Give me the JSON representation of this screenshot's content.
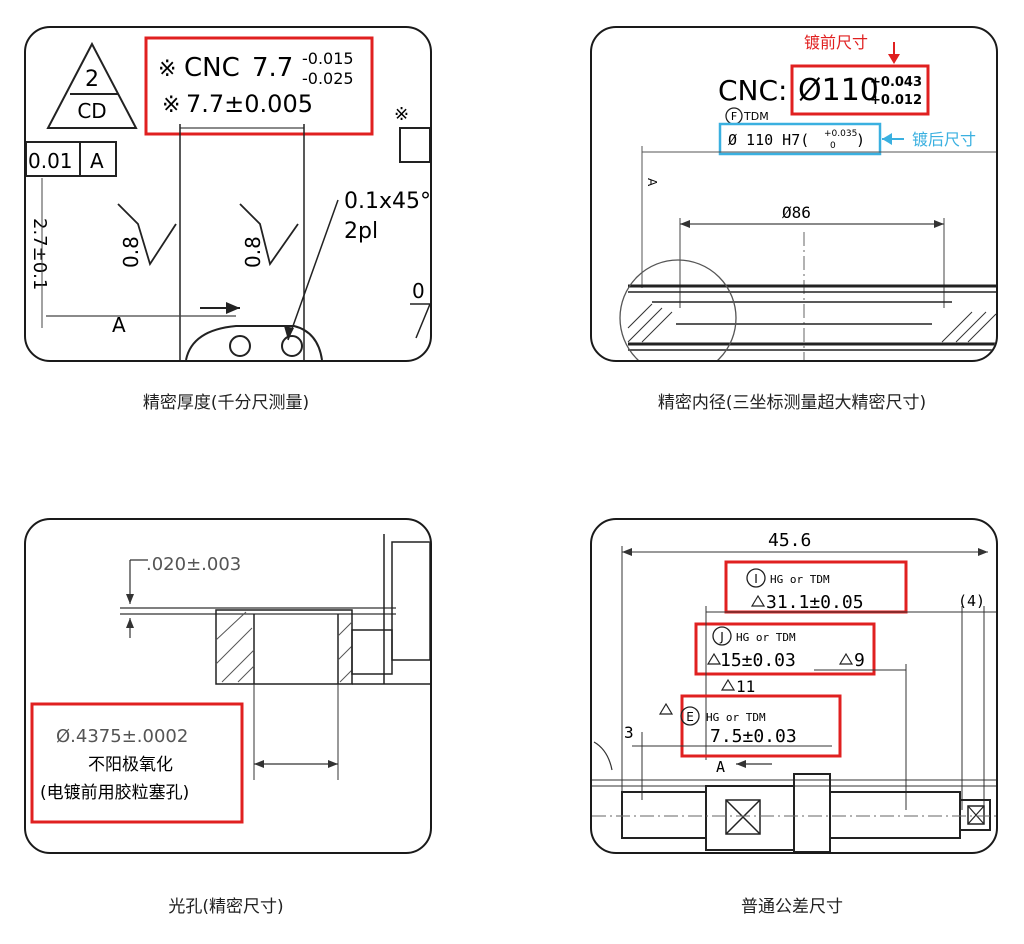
{
  "captions": {
    "p1": "精密厚度(千分尺测量)",
    "p2": "精密内径(三坐标测量超大精密尺寸)",
    "p3": "光孔(精密尺寸)",
    "p4": "普通公差尺寸"
  },
  "p1": {
    "tri_num": "2",
    "tri_code": "CD",
    "star": "※",
    "cnc_prefix": "CNC",
    "cnc_value": "7.7",
    "tol_upper": "-0.015",
    "tol_lower": "-0.025",
    "dim2": "7.7±0.005",
    "frame_tol": "0.01",
    "frame_datum": "A",
    "rough1": "0.8",
    "rough2": "0.8",
    "chamfer": "0.1x45°",
    "chamfer_count": "2pl",
    "datum_a": "A",
    "side_text": "2.7±0.1",
    "right_zero": "0"
  },
  "p2": {
    "label_before": "镀前尺寸",
    "cnc": "CNC:",
    "dia_value": "Ø110",
    "tol_upper": "+0.043",
    "tol_lower": "+0.012",
    "tdm_circle": "F",
    "tdm_text": "TDM",
    "after_main": "Ø 110 H7(",
    "after_tol_up": "+0.035",
    "after_tol_low": "0",
    "after_close": ")",
    "label_after": "镀后尺寸",
    "dia86": "Ø86",
    "side_mark": "A"
  },
  "p3": {
    "top_dim": ".020±.003",
    "hole_dim": "Ø.4375±.0002",
    "note1": "不阳极氧化",
    "note2": "(电镀前用胶粒塞孔)"
  },
  "p4": {
    "overall": "45.6",
    "box1_circle": "I",
    "box1_note": "HG or TDM",
    "box1_dim": "31.1±0.05",
    "right_dim": "(4)",
    "box2_circle": "J",
    "box2_note": "HG or TDM",
    "box2_dim": "15±0.03",
    "box2_right": "9",
    "mid_dim": "11",
    "box3_circle": "E",
    "box3_note": "HG or TDM",
    "box3_dim": "7.5±0.03",
    "left_dim": "3",
    "section": "A"
  }
}
